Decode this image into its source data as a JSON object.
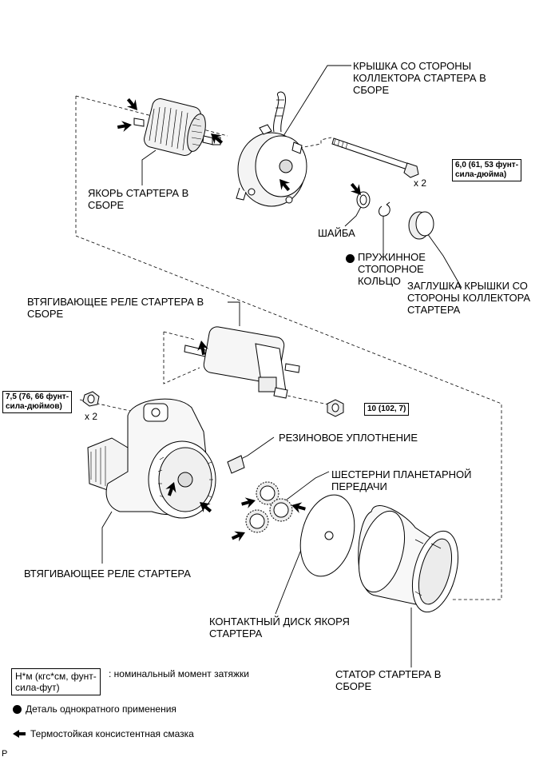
{
  "labels": {
    "commutator_cover": [
      "КРЫШКА СО СТОРОНЫ",
      "КОЛЛЕКТОРА СТАРТЕРА В",
      "СБОРЕ"
    ],
    "armature": [
      "ЯКОРЬ СТАРТЕРА В",
      "СБОРЕ"
    ],
    "washer": "ШАЙБА",
    "snap_ring": [
      "ПРУЖИННОЕ",
      "СТОПОРНОЕ",
      "КОЛЬЦО"
    ],
    "cover_plug": [
      "ЗАГЛУШКА КРЫШКИ СО",
      "СТОРОНЫ КОЛЛЕКТОРА",
      "СТАРТЕРА"
    ],
    "solenoid_assembly": [
      "ВТЯГИВАЮЩЕЕ РЕЛЕ СТАРТЕРА В",
      "СБОРЕ"
    ],
    "rubber_seal": "РЕЗИНОВОЕ УПЛОТНЕНИЕ",
    "planetary_gears": [
      "ШЕСТЕРНИ ПЛАНЕТАРНОЙ",
      "ПЕРЕДАЧИ"
    ],
    "solenoid": "ВТЯГИВАЮЩЕЕ РЕЛЕ СТАРТЕРА",
    "contact_disc": [
      "КОНТАКТНЫЙ ДИСК ЯКОРЯ",
      "СТАРТЕРА"
    ],
    "stator": [
      "СТАТОР СТАРТЕРА В",
      "СБОРЕ"
    ]
  },
  "torques": {
    "bolt": [
      "6,0 (61, 53 фунт-",
      "сила-дюйма)"
    ],
    "bolt_qty": "x 2",
    "nut_small": [
      "7,5 (76, 66 фунт-",
      "сила-дюймов)"
    ],
    "nut_small_qty": "x 2",
    "nut_terminal": "10 (102, 7)"
  },
  "legend": {
    "torque_box": [
      "Н*м (кгс*см, фунт-",
      "сила-фут)"
    ],
    "torque_desc": ": номинальный момент затяжки",
    "non_reusable": "Деталь однократного применения",
    "grease": "Термостойкая консистентная смазка"
  },
  "corner_mark": "P"
}
